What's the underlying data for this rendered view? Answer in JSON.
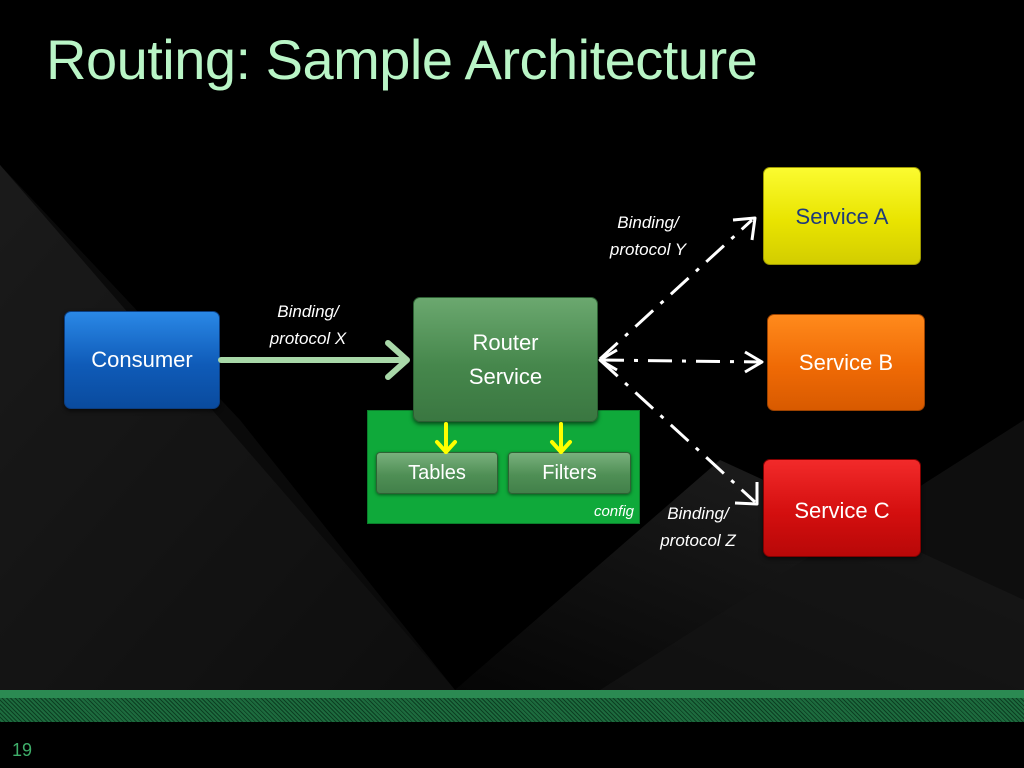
{
  "slide": {
    "title": "Routing: Sample Architecture",
    "page_number": "19"
  },
  "diagram": {
    "nodes": {
      "consumer": "Consumer",
      "router_line1": "Router",
      "router_line2": "Service",
      "tables": "Tables",
      "filters": "Filters",
      "config": "config",
      "service_a": "Service A",
      "service_b": "Service B",
      "service_c": "Service C"
    },
    "labels": {
      "x_line1": "Binding/",
      "x_line2": "protocol  X",
      "y_line1": "Binding/",
      "y_line2": "protocol  Y",
      "z_line1": "Binding/",
      "z_line2": "protocol  Z"
    },
    "colors": {
      "title": "#b9f5c6",
      "consumer": "#0f5bb8",
      "router": "#46874c",
      "config_panel": "#0fa93a",
      "service_a": "#e9e400",
      "service_b": "#ef6a05",
      "service_c": "#d40f0f",
      "config_arrows": "#ffff00",
      "main_arrow": "#a8d8a8"
    }
  }
}
